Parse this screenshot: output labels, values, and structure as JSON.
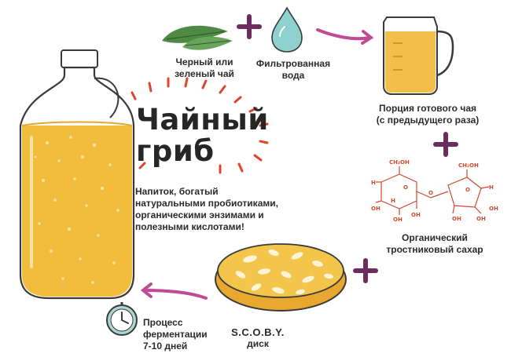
{
  "title_line1": "Чайный",
  "title_line2": "гриб",
  "description": {
    "lines": [
      "Напиток, богатый",
      "натуральными пробиотиками,",
      "органическими энзимами и",
      "полезными кислотами!"
    ]
  },
  "ingredients": {
    "tea": {
      "line1": "Черный или",
      "line2": "зеленый чай"
    },
    "water": {
      "line1": "Фильтрованная",
      "line2": "вода"
    },
    "ready_tea": {
      "line1": "Порция готового чая",
      "line2": "(с предыдущего раза)"
    },
    "sugar": {
      "line1": "Органический",
      "line2": "тростниковый сахар"
    },
    "scoby": {
      "line1": "S.C.O.B.Y.",
      "line2": "диск"
    },
    "fermentation": {
      "line1": "Процесс",
      "line2": "ферментации",
      "line3": "7-10 дней"
    }
  },
  "chem_labels": {
    "ch2oh": "CH₂OH",
    "h": "H",
    "oh": "OH",
    "o": "O"
  },
  "colors": {
    "plus": "#6a2d5e",
    "arrow": "#c04a94",
    "dashes": "#e0442c",
    "liquid": "#f0b93a",
    "jug_liquid": "#f2c04a",
    "water": "#8ed1cf",
    "leaf": "#4f8a45",
    "scoby": "#f3c54a"
  },
  "icons": [
    "tea-leaves-icon",
    "water-drop-icon",
    "measuring-jug-icon",
    "sucrose-molecule-icon",
    "scoby-disc-icon",
    "clock-icon",
    "glass-jar-icon"
  ]
}
